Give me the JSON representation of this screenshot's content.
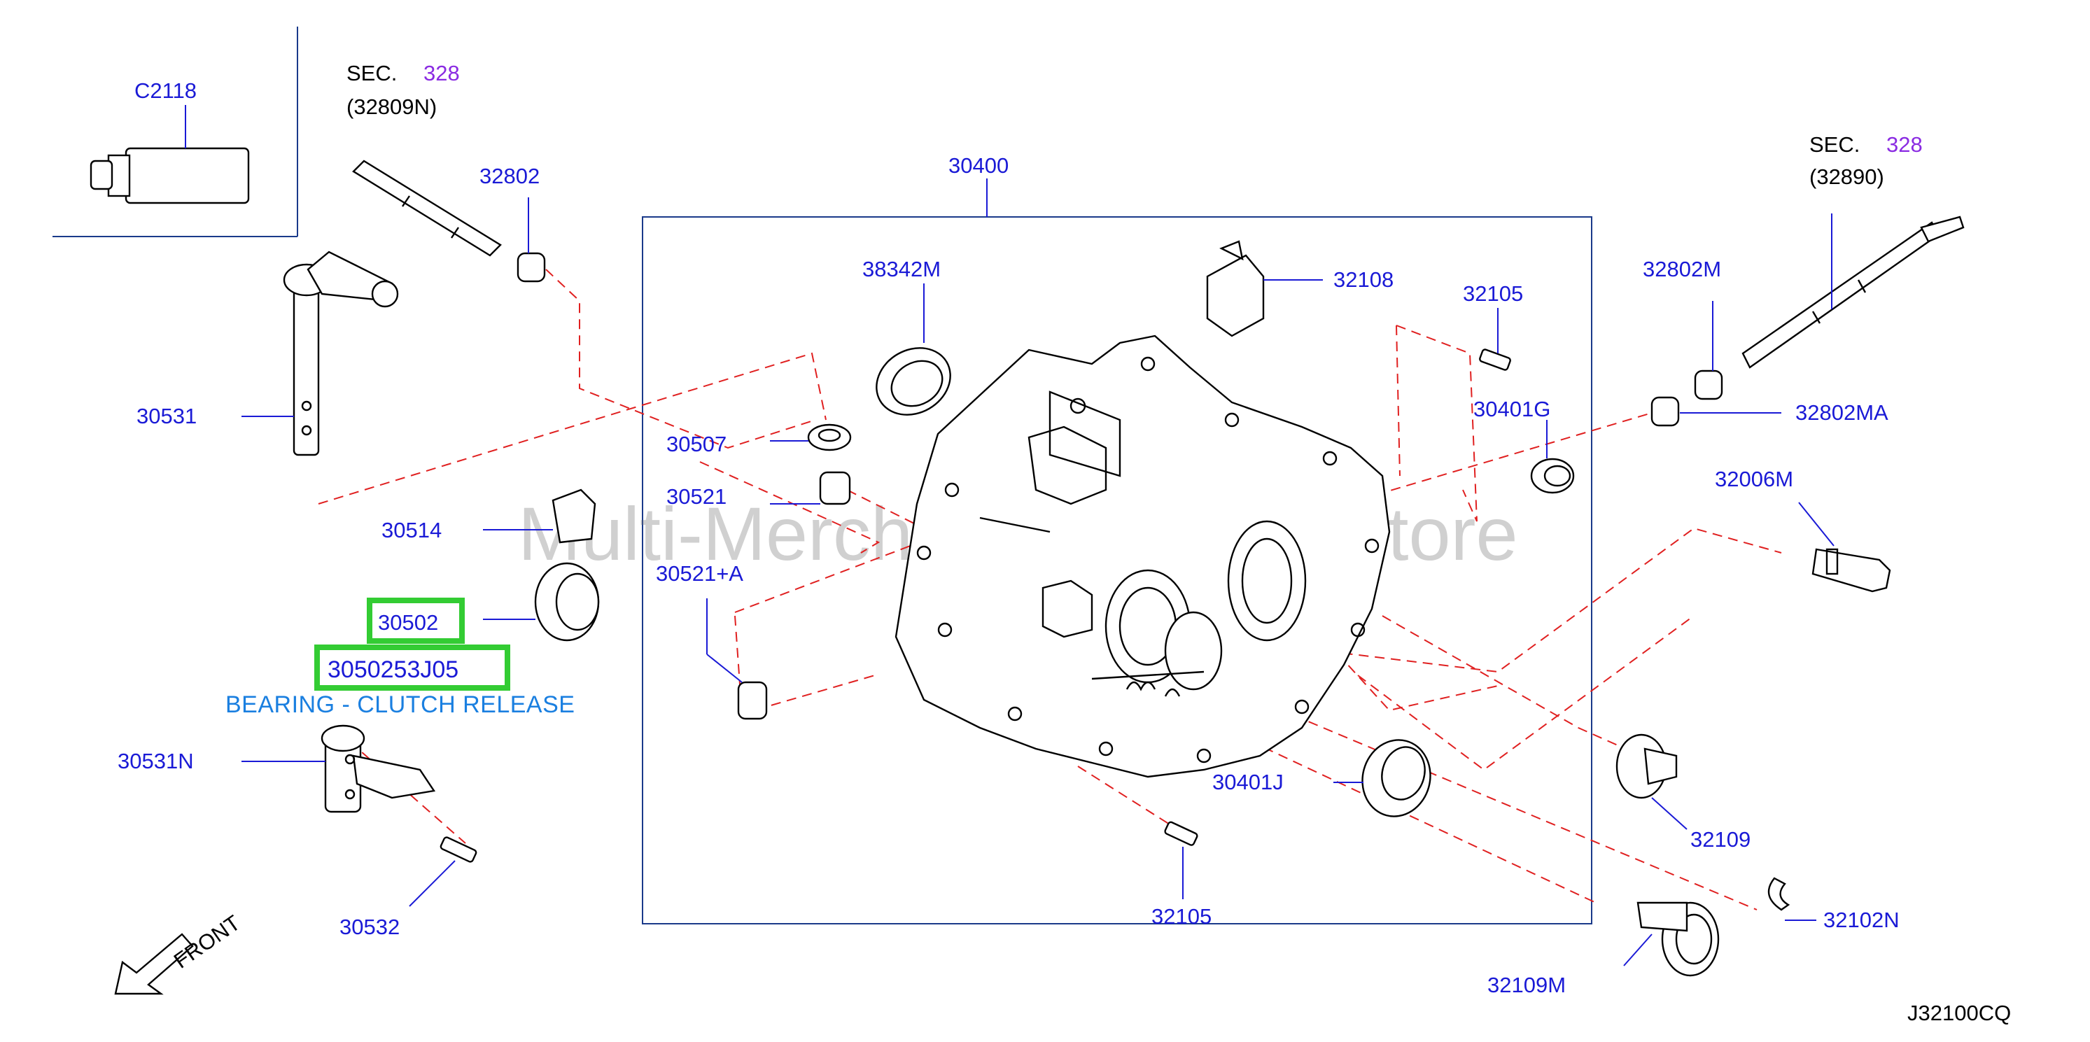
{
  "diagram": {
    "watermark": "Multi-Merchant Auto Partstore",
    "diagram_code": "J32100CQ",
    "front_label": "FRONT",
    "sec_refs": [
      {
        "sec_label": "SEC.",
        "sec_number": "328",
        "part_ref": "(32809N)"
      },
      {
        "sec_label": "SEC.",
        "sec_number": "328",
        "part_ref": "(32890)"
      }
    ],
    "parts": {
      "c2118": "C2118",
      "p32802": "32802",
      "p30400": "30400",
      "p38342m": "38342M",
      "p32108": "32108",
      "p32105_top": "32105",
      "p32802m": "32802M",
      "p30401g": "30401G",
      "p32802ma": "32802MA",
      "p30531": "30531",
      "p30507": "30507",
      "p30521": "30521",
      "p32006m": "32006M",
      "p30514": "30514",
      "p30521a": "30521+A",
      "p30502": "30502",
      "p30531n": "30531N",
      "p30401j": "30401J",
      "p32109": "32109",
      "p32105_bottom": "32105",
      "p30532": "30532",
      "p32102n": "32102N",
      "p32109m": "32109M"
    },
    "selected": {
      "part_number": "3050253J05",
      "description": "BEARING - CLUTCH RELEASE"
    },
    "highlight_color": "#33cc33",
    "label_color": "#1a1ad6",
    "description_color": "#1a7fe0",
    "section_color": "#8a2be2",
    "dash_color": "#e02020"
  }
}
